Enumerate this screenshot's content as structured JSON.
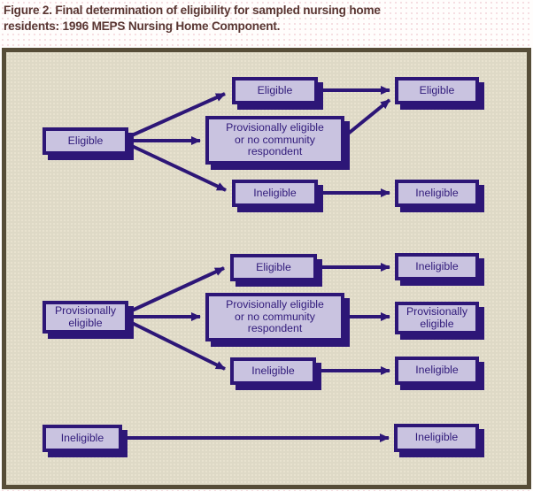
{
  "figure": {
    "title_lines": [
      "Figure 2.  Final determination of eligibility for sampled nursing home",
      "residents:  1996 MEPS Nursing Home Component."
    ],
    "diagram_type": "flowchart"
  },
  "colors": {
    "accent_dark_purple": "#2d1677",
    "node_fill": "#c9c3e0",
    "node_text": "#301a7a",
    "chart_background": "#ded9c6",
    "frame_border": "#564d38",
    "title_text": "#593632"
  },
  "nodes": [
    {
      "id": "g1-left",
      "label": "Eligible"
    },
    {
      "id": "g1-mid-top",
      "label": "Eligible"
    },
    {
      "id": "g1-mid-center",
      "label": "Provisionally eligible or no community respondent"
    },
    {
      "id": "g1-mid-bottom",
      "label": "Ineligible"
    },
    {
      "id": "g1-right-top",
      "label": "Eligible"
    },
    {
      "id": "g1-right-bottom",
      "label": "Ineligible"
    },
    {
      "id": "g2-left",
      "label": "Provisionally eligible"
    },
    {
      "id": "g2-mid-top",
      "label": "Eligible"
    },
    {
      "id": "g2-mid-center",
      "label": "Provisionally eligible or no community respondent"
    },
    {
      "id": "g2-mid-bottom",
      "label": "Ineligible"
    },
    {
      "id": "g2-right-top",
      "label": "Ineligible"
    },
    {
      "id": "g2-right-center",
      "label": "Provisionally eligible"
    },
    {
      "id": "g2-right-bottom",
      "label": "Ineligible"
    },
    {
      "id": "g3-left",
      "label": "Ineligible"
    },
    {
      "id": "g3-right",
      "label": "Ineligible"
    }
  ],
  "edges": [
    {
      "from": "g1-left",
      "to": "g1-mid-top"
    },
    {
      "from": "g1-left",
      "to": "g1-mid-center"
    },
    {
      "from": "g1-left",
      "to": "g1-mid-bottom"
    },
    {
      "from": "g1-mid-top",
      "to": "g1-right-top"
    },
    {
      "from": "g1-mid-center",
      "to": "g1-right-top"
    },
    {
      "from": "g1-mid-bottom",
      "to": "g1-right-bottom"
    },
    {
      "from": "g2-left",
      "to": "g2-mid-top"
    },
    {
      "from": "g2-left",
      "to": "g2-mid-center"
    },
    {
      "from": "g2-left",
      "to": "g2-mid-bottom"
    },
    {
      "from": "g2-mid-top",
      "to": "g2-right-top"
    },
    {
      "from": "g2-mid-center",
      "to": "g2-right-center"
    },
    {
      "from": "g2-mid-bottom",
      "to": "g2-right-bottom"
    },
    {
      "from": "g3-left",
      "to": "g3-right"
    }
  ]
}
